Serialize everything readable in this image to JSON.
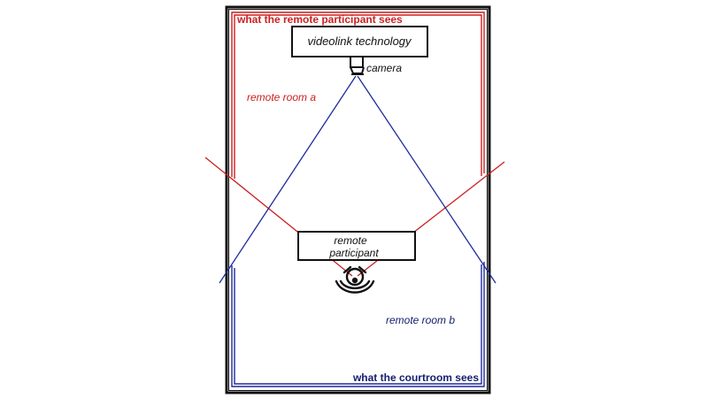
{
  "labels": {
    "remote_sees": "what the remote participant sees",
    "courtroom_sees": "what the courtroom sees",
    "videolink": "videolink technology",
    "camera": "camera",
    "room_a": "remote room a",
    "room_b": "remote room b",
    "participant_line1": "remote",
    "participant_line2": "participant"
  },
  "colors": {
    "red": "#cc1f1f",
    "blue": "#1e2a9c",
    "navy": "#15206e",
    "black": "#111111"
  }
}
